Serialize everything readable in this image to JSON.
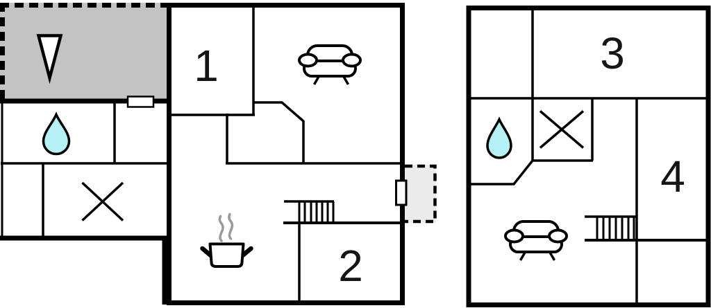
{
  "floor_plan": {
    "background_color": "#ffffff",
    "wall_color": "#000000",
    "terrace_fill": "#c3c3c3",
    "porch_fill": "#ebebeb",
    "water_drop_fill": "#b5f1f5",
    "steam_color": "#9a9a9a",
    "left_building": {
      "room_labels": {
        "room1": "1",
        "room2": "2"
      },
      "icons": [
        "direction-arrow-icon",
        "water-drop-icon",
        "x-marker-icon",
        "sofa-icon",
        "cooking-pot-icon",
        "steam-icon",
        "stairs-icon",
        "window-marker",
        "door-marker",
        "terrace-area",
        "porch-area"
      ]
    },
    "right_building": {
      "room_labels": {
        "room3": "3",
        "room4": "4"
      },
      "icons": [
        "water-drop-icon",
        "x-marker-icon",
        "sofa-icon",
        "stairs-icon"
      ]
    }
  }
}
